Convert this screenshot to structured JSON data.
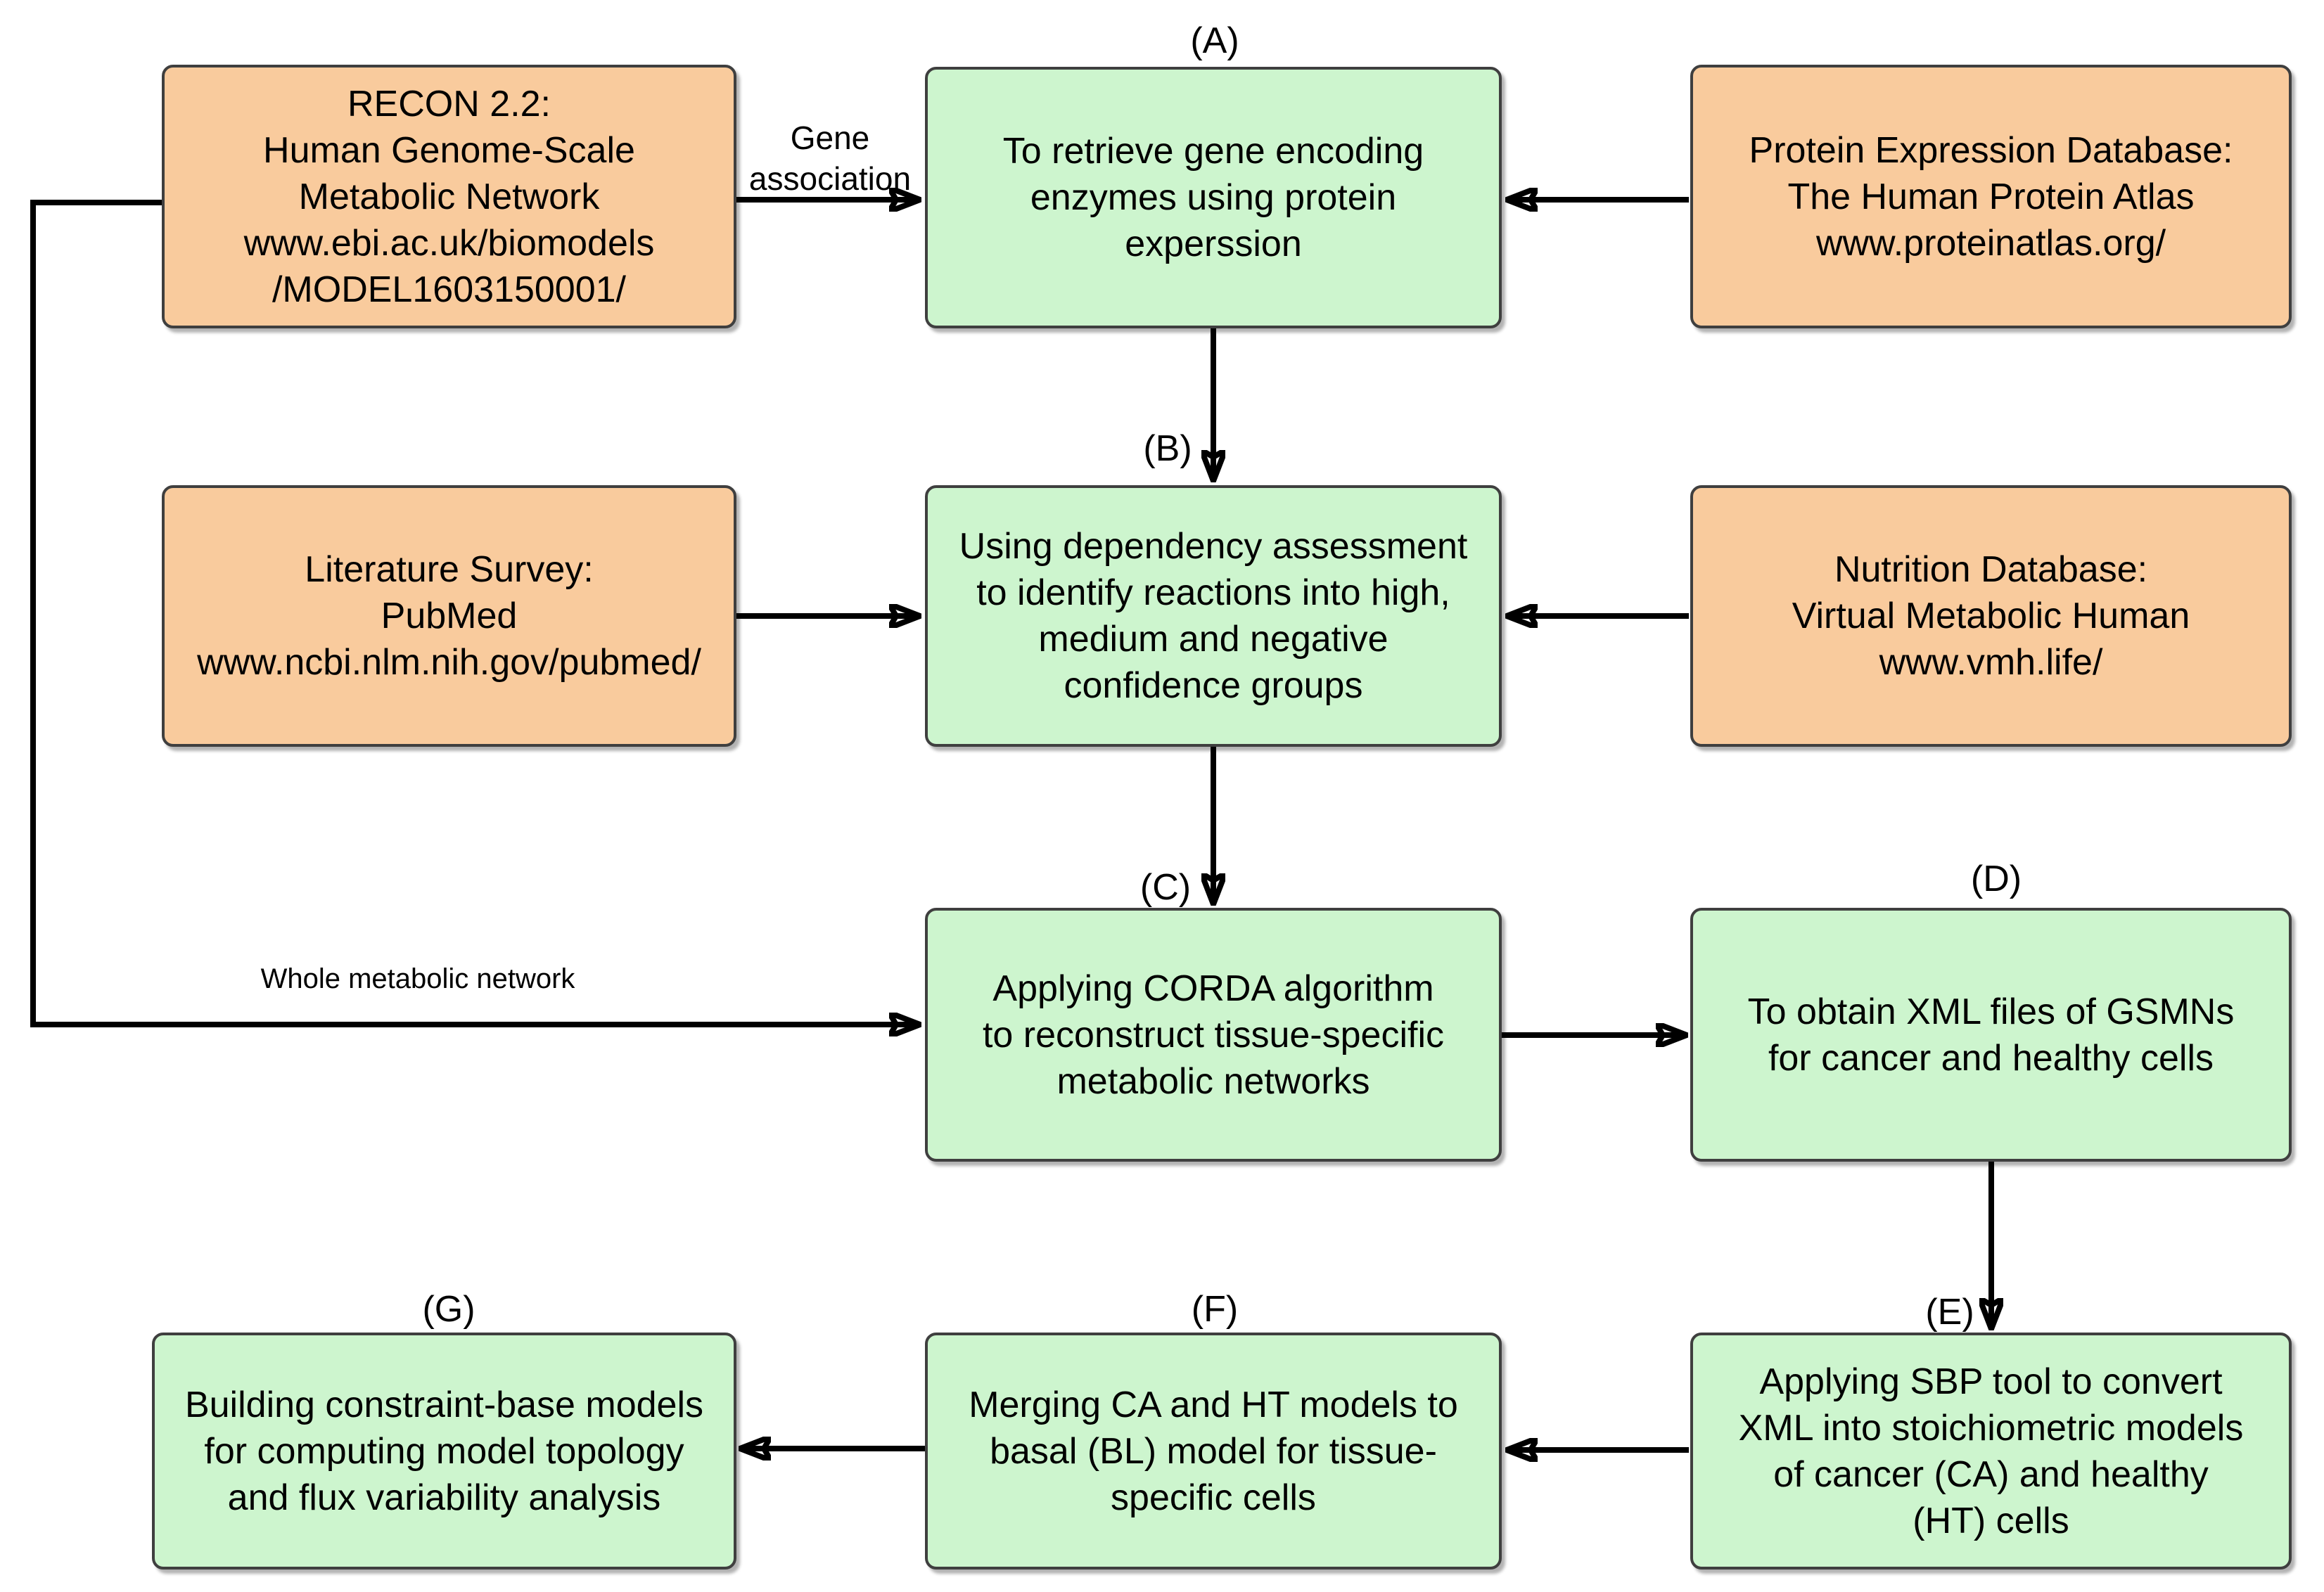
{
  "boxes": {
    "recon": {
      "text": "RECON 2.2:\nHuman Genome-Scale\nMetabolic Network\nwww.ebi.ac.uk/biomodels\n/MODEL1603150001/"
    },
    "protein_atlas": {
      "text": "Protein Expression Database:\nThe Human Protein Atlas\nwww.proteinatlas.org/"
    },
    "pubmed": {
      "text": "Literature Survey:\nPubMed\nwww.ncbi.nlm.nih.gov/pubmed/"
    },
    "nutrition": {
      "text": "Nutrition Database:\nVirtual Metabolic Human\nwww.vmh.life/"
    },
    "a": {
      "step": "(A)",
      "text": "To retrieve gene encoding\nenzymes using protein\nexperssion"
    },
    "b": {
      "step": "(B)",
      "text": "Using dependency assessment\nto identify reactions into high,\nmedium and negative\nconfidence groups"
    },
    "c": {
      "step": "(C)",
      "text": "Applying CORDA algorithm\nto reconstruct tissue-specific\nmetabolic networks"
    },
    "d": {
      "step": "(D)",
      "text": "To obtain XML files of GSMNs\nfor cancer and healthy cells"
    },
    "e": {
      "step": "(E)",
      "text": "Applying SBP tool to convert\nXML into stoichiometric models\nof cancer (CA) and healthy\n(HT) cells"
    },
    "f": {
      "step": "(F)",
      "text": "Merging CA and HT models to\nbasal (BL) model for tissue-\nspecific cells"
    },
    "g": {
      "step": "(G)",
      "text": "Building constraint-base models\nfor computing model topology\nand flux variability analysis"
    }
  },
  "edge_labels": {
    "gene_association": "Gene\nassociation",
    "whole_metabolic_network": "Whole metabolic network"
  },
  "colors": {
    "source_fill": "#F9CB9D",
    "process_fill": "#CDF5CE",
    "node_border": "#3F3F3F",
    "arrow": "#000000",
    "background": "#FFFFFF"
  }
}
